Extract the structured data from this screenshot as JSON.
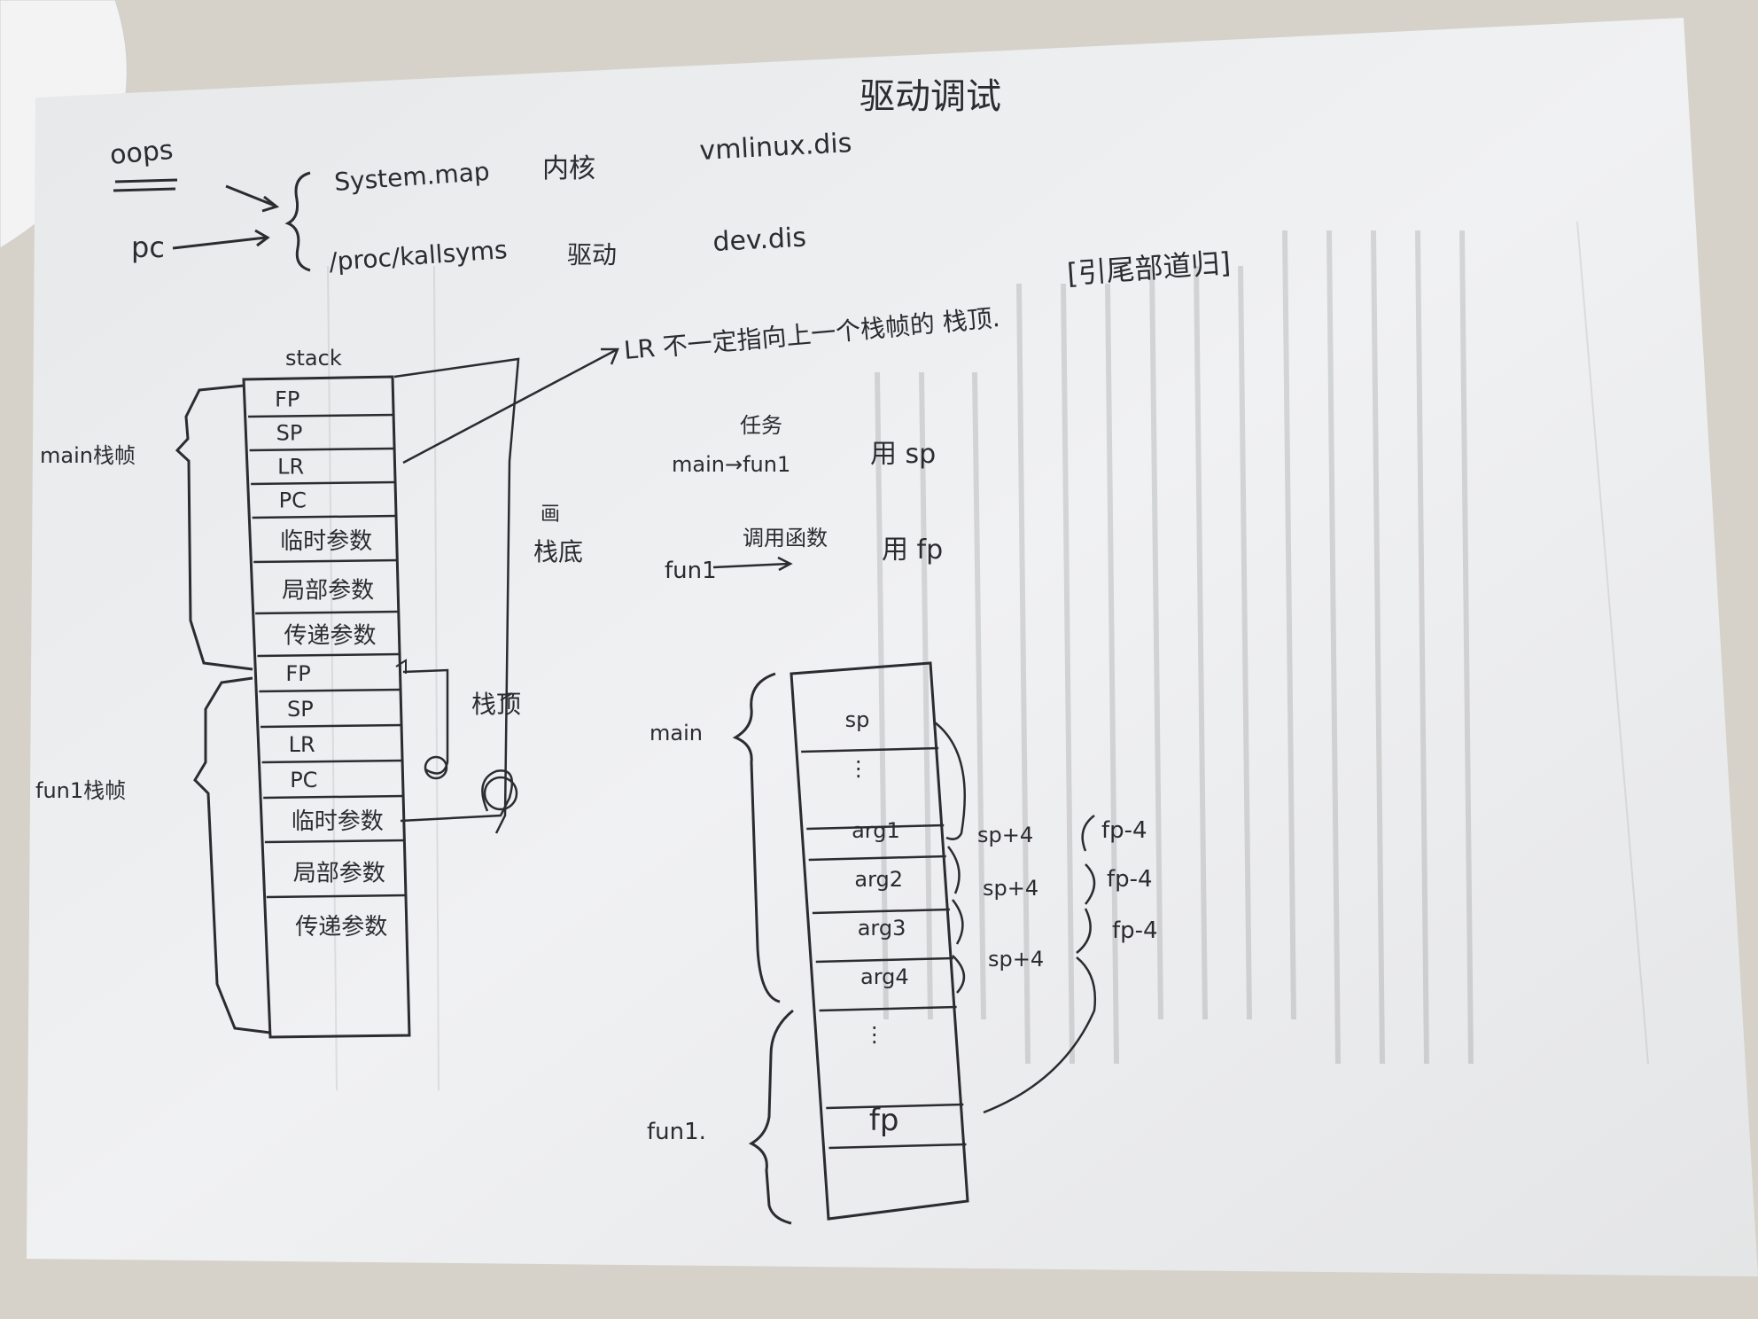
{
  "title": "驱动调试",
  "top_section": {
    "oops": "oops",
    "pc": "pc",
    "system_map": "System.map",
    "kernel": "内核",
    "vmlinux": "vmlinux.dis",
    "kallsyms": "/proc/kallsyms",
    "driver": "驱动",
    "dev_dis": "dev.dis"
  },
  "notes": {
    "bracket_note": "[引尾部道归]",
    "lr_note": "LR 不一定指向上一个栈帧的 栈顶.",
    "task": "任务",
    "main_fun1": "main→fun1",
    "use_sp": "用 sp",
    "call_function": "调用函数",
    "fun1": "fun1",
    "use_fp": "用 fp"
  },
  "left_stack": {
    "title": "stack",
    "main_frame_label": "main栈帧",
    "fun1_frame_label": "fun1栈帧",
    "stack_bottom": "栈底",
    "stack_top": "栈顶",
    "rows": [
      "FP",
      "SP",
      "LR",
      "PC",
      "临时参数",
      "局部参数",
      "传递参数",
      "FP",
      "SP",
      "LR",
      "PC",
      "临时参数",
      "局部参数",
      "传递参数"
    ]
  },
  "right_stack": {
    "main_label": "main",
    "fun1_label": "fun1.",
    "rows": [
      "sp",
      "⋮",
      "arg1",
      "arg2",
      "arg3",
      "arg4",
      "⋮",
      "fp"
    ],
    "sp_offsets": [
      "sp+4",
      "sp+4",
      "sp+4"
    ],
    "fp_offsets": [
      "fp-4",
      "fp-4",
      "fp-4"
    ]
  },
  "colors": {
    "ink": "#2b2b30",
    "paper": "#eef0f2",
    "background": "#d9d6cf"
  }
}
